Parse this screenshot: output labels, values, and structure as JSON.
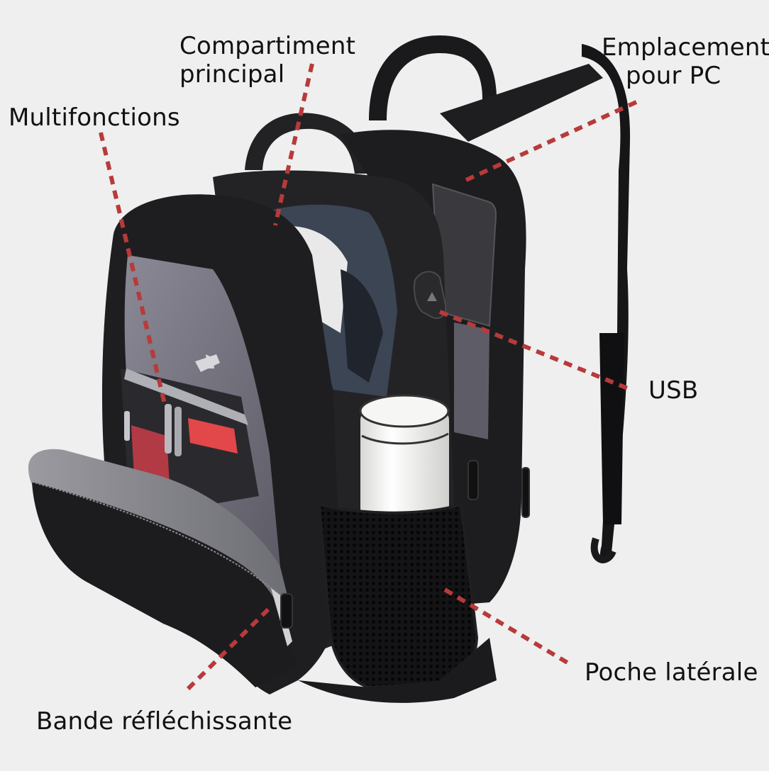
{
  "colors": {
    "background": "#efefef",
    "leader_line": "#b83a3a",
    "label_text": "#111111",
    "bag_body": "#1c1c1e",
    "bag_lining": "#6e6d78",
    "mesh": "#0e0e10",
    "bottle": "#f2f2f0"
  },
  "diagram": {
    "subject": "Backpack",
    "callouts": [
      {
        "id": "compartiment",
        "lines": [
          "Compartiment",
          "principal"
        ]
      },
      {
        "id": "emplacement",
        "lines": [
          "Emplacement",
          "pour PC"
        ]
      },
      {
        "id": "multifonctions",
        "lines": [
          "Multifonctions"
        ]
      },
      {
        "id": "usb",
        "lines": [
          "USB"
        ]
      },
      {
        "id": "poche",
        "lines": [
          "Poche latérale"
        ]
      },
      {
        "id": "bande",
        "lines": [
          "Bande réfléchissante"
        ]
      }
    ]
  }
}
